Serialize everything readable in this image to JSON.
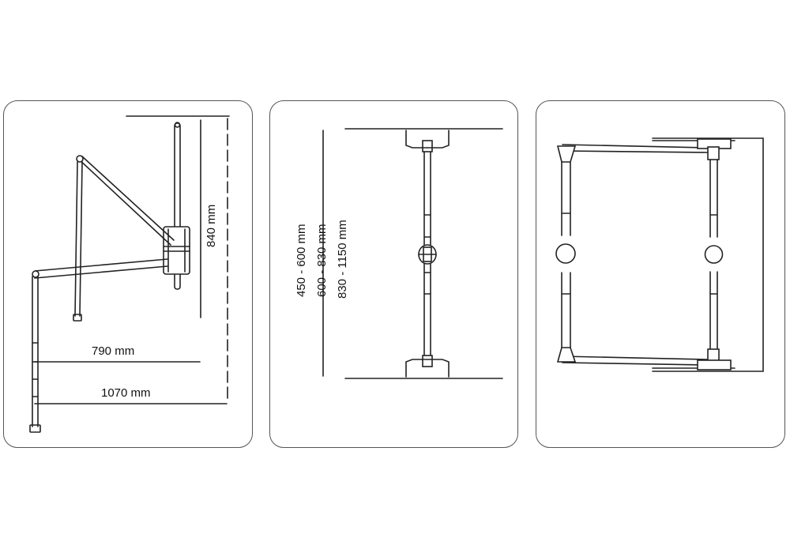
{
  "panels": [
    {
      "id": "side-view",
      "dimensions": {
        "width_790": "790 mm",
        "width_1070": "1070 mm",
        "height_840": "840 mm"
      }
    },
    {
      "id": "front-view",
      "ranges": [
        "450 - 600 mm",
        "600 - 830 mm",
        "830 - 1150 mm"
      ]
    },
    {
      "id": "top-view"
    }
  ],
  "colors": {
    "line": "#222222",
    "border": "#555555"
  }
}
